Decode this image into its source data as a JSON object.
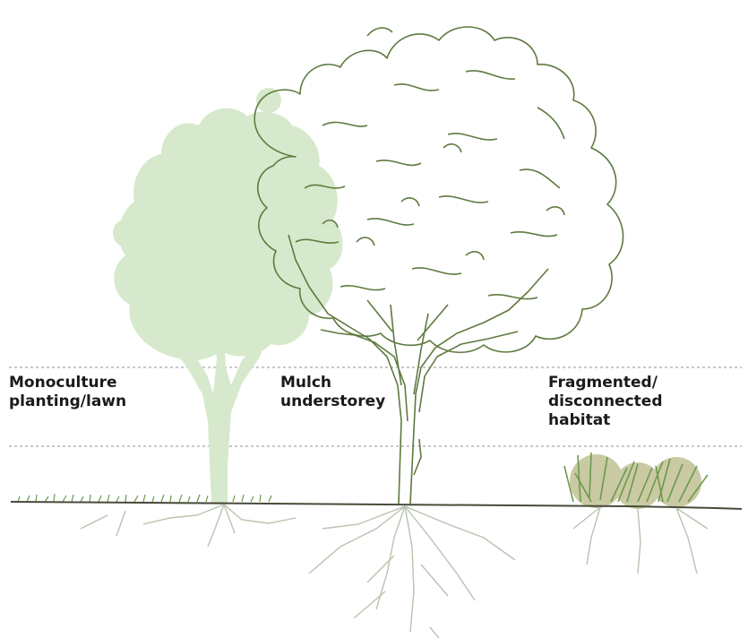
{
  "labels": {
    "monoculture": [
      "Monoculture",
      "planting/lawn"
    ],
    "mulch": [
      "Mulch",
      "understorey"
    ],
    "fragmented": [
      "Fragmented/",
      "disconnected",
      "habitat"
    ]
  },
  "colors": {
    "ghost_tree": "#d6e9cc",
    "tree_outline": "#5e7a3f",
    "ground": "#4a4a3a",
    "grass": "#6b9a4c",
    "shrub_fill": "#c9c9a4",
    "roots": "#b8c4ae",
    "guide_lines": "#b5b5b5"
  },
  "icons": [
    "tree-silhouette-icon",
    "tree-outline-icon",
    "shrub-clump-icon",
    "root-system-icon"
  ]
}
